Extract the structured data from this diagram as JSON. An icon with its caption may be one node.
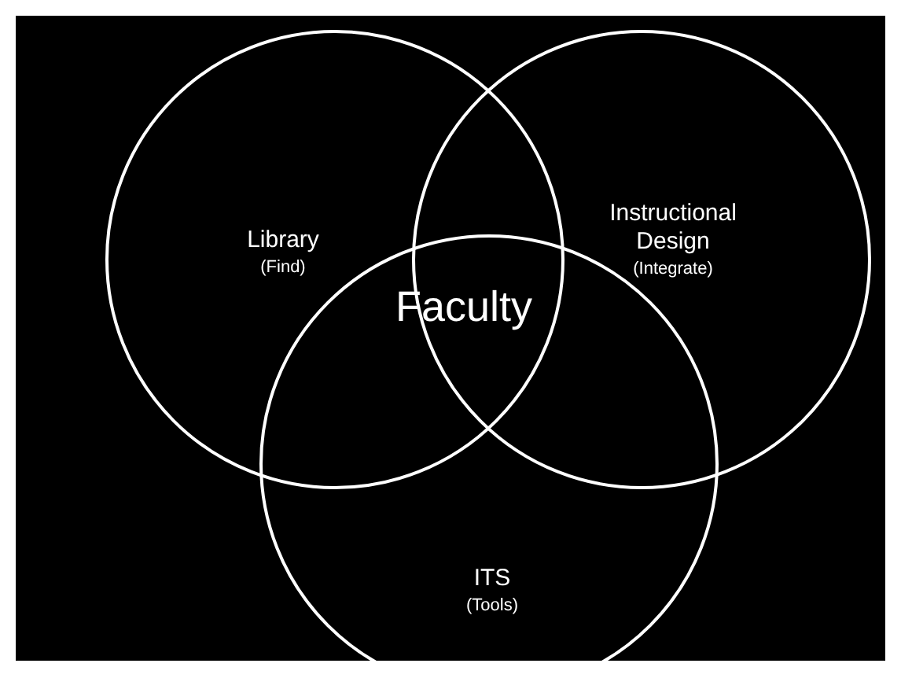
{
  "diagram": {
    "nodes": [
      {
        "text": [
          "Library",
          "(Find)"
        ]
      },
      {
        "text": [
          "Instructional Design",
          "(Integrate)"
        ]
      },
      {
        "text": [
          "ITS",
          "(Tools)"
        ]
      }
    ],
    "labels": [
      "Faculty"
    ]
  }
}
